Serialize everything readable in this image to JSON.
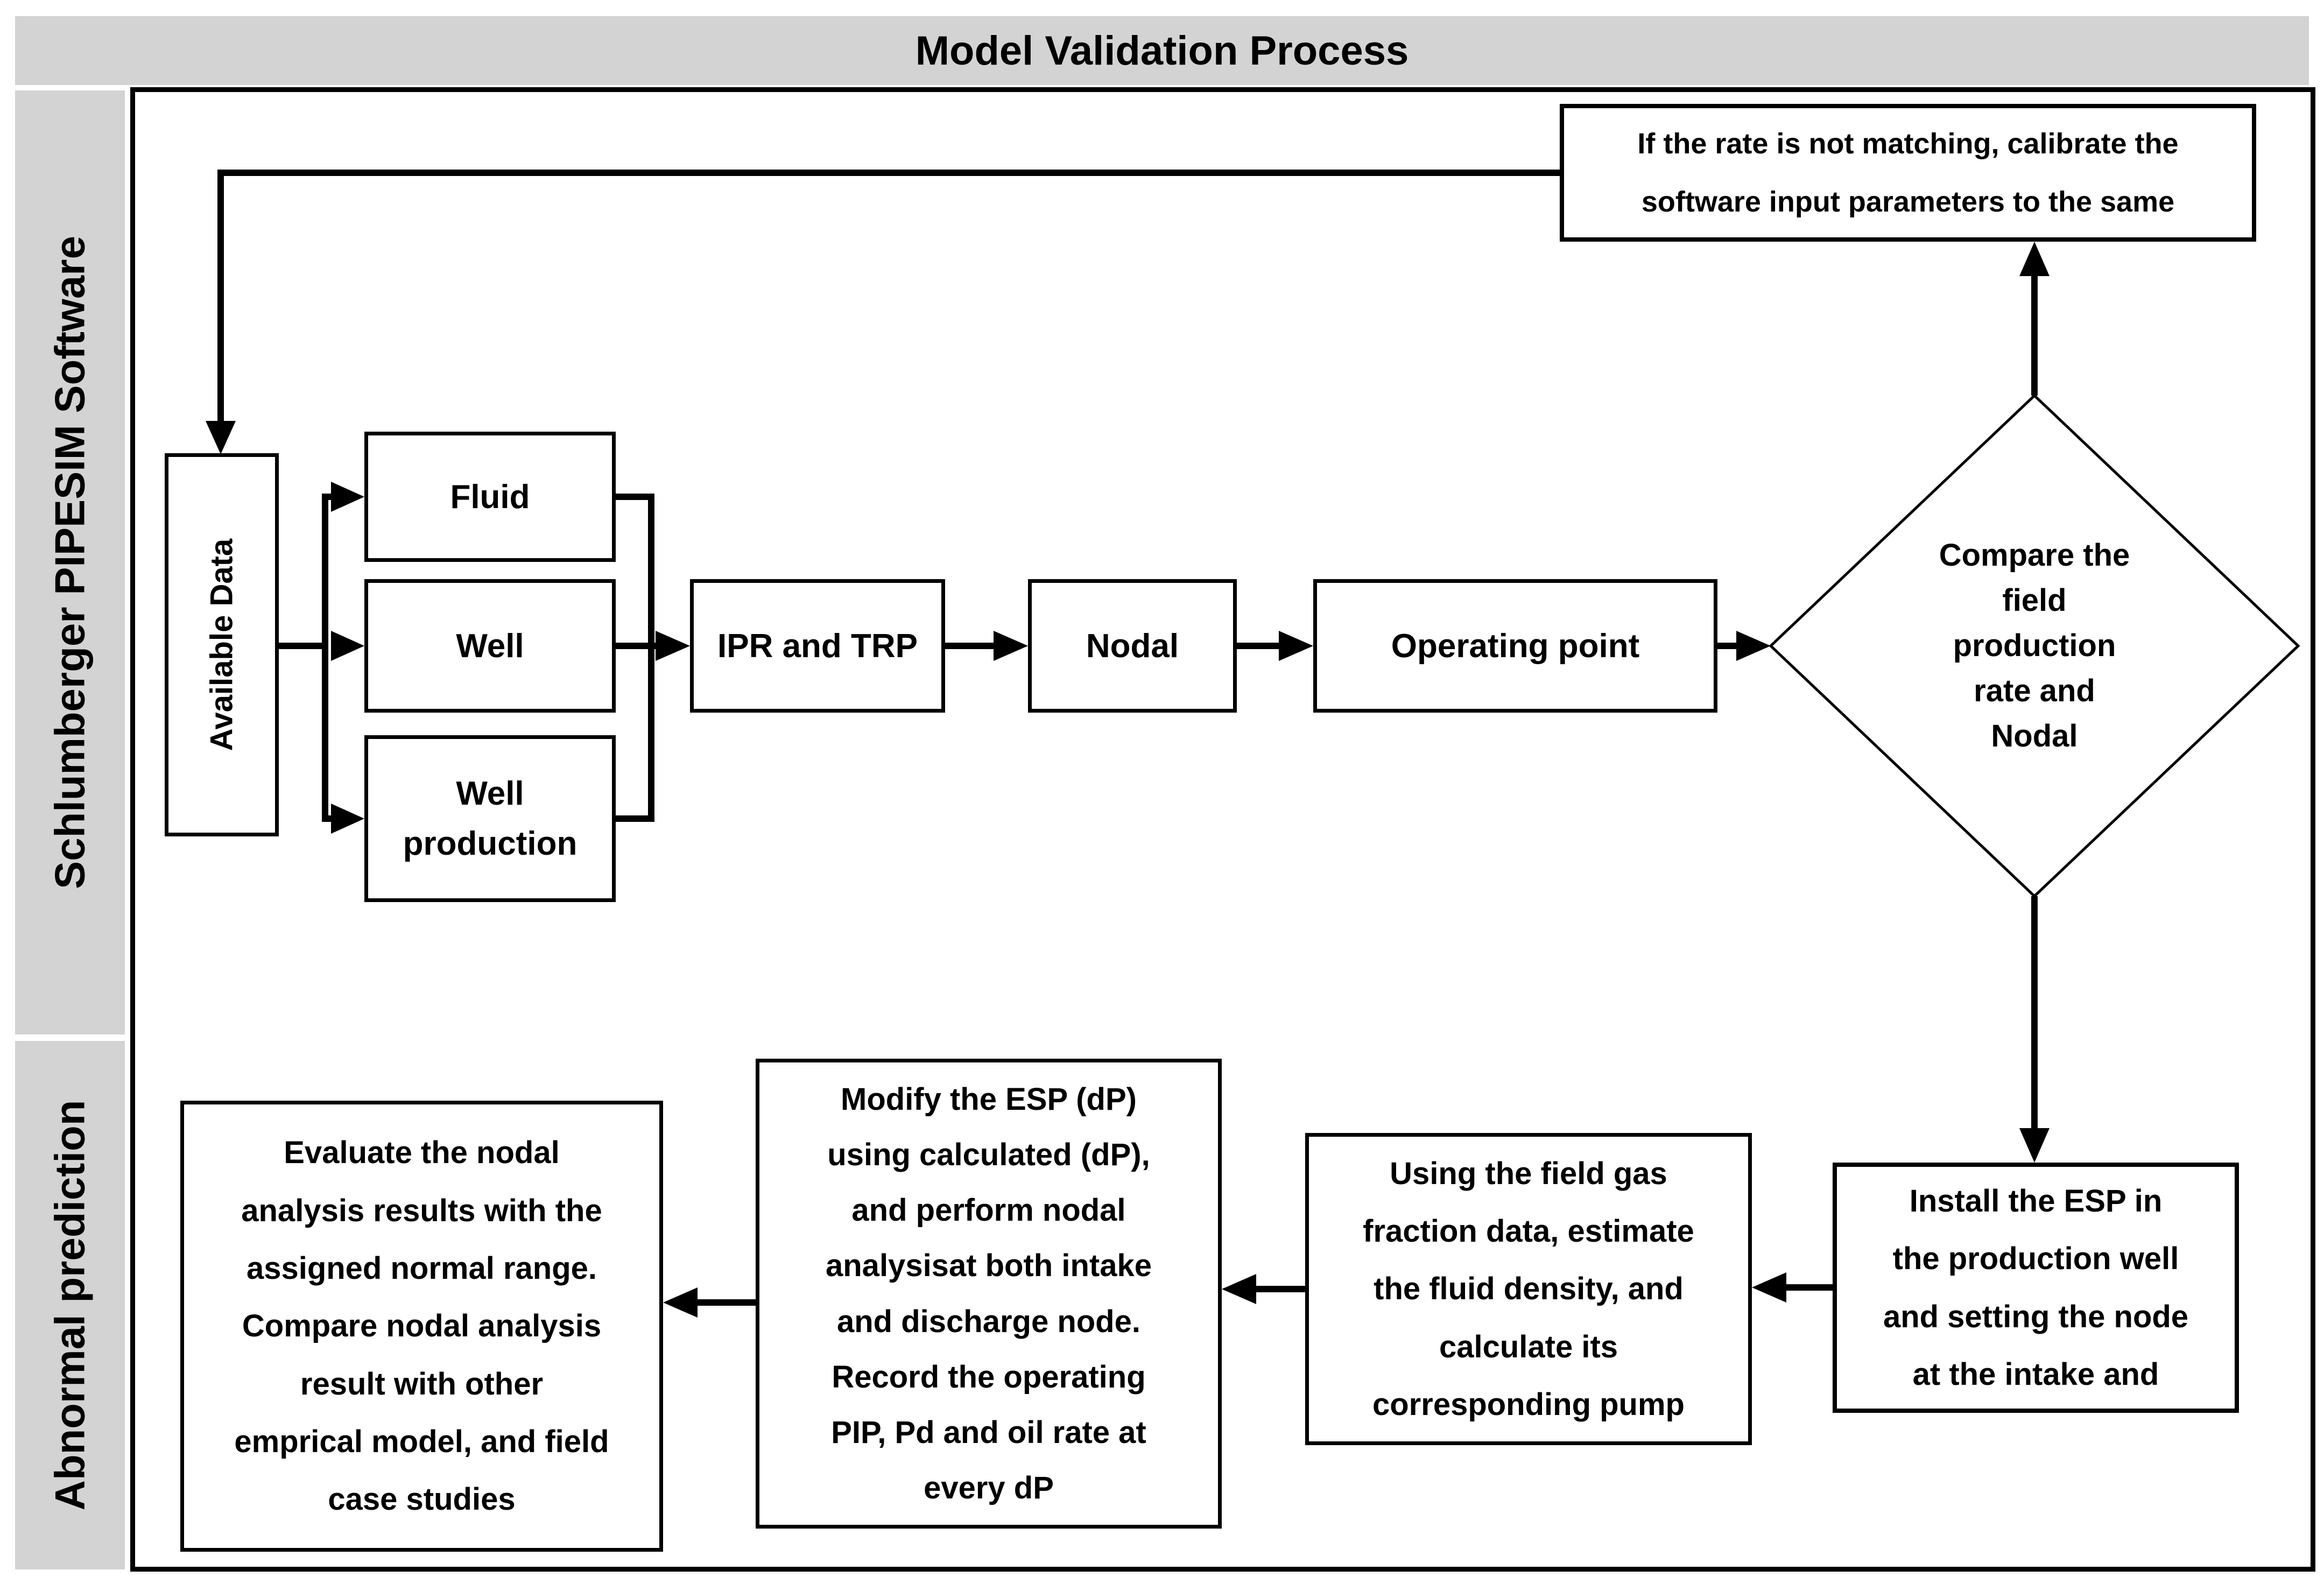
{
  "title": "Model Validation Process",
  "lanes": [
    {
      "label": "Schlumberger PIPESIM Software"
    },
    {
      "label": "Abnormal prediction"
    }
  ],
  "nodes": {
    "feedback": {
      "text": "If the rate is not matching, calibrate the\nsoftware input parameters to the same"
    },
    "available_data": {
      "text": "Available Data"
    },
    "fluid": {
      "text": "Fluid"
    },
    "well": {
      "text": "Well"
    },
    "well_production": {
      "text": "Well\nproduction"
    },
    "ipr_trp": {
      "text": "IPR and TRP"
    },
    "nodal": {
      "text": "Nodal"
    },
    "operating_point": {
      "text": "Operating point"
    },
    "decision": {
      "text": "Compare the\nfield\nproduction\nrate and\nNodal"
    },
    "install_esp": {
      "text": "Install the ESP in\nthe production well\nand setting the node\nat the intake and"
    },
    "gas_fraction": {
      "text": "Using the field gas\nfraction data, estimate\nthe fluid density, and\ncalculate its\ncorresponding pump"
    },
    "modify_esp": {
      "text": "Modify the ESP (dP)\nusing calculated (dP),\nand perform nodal\nanalysisat both intake\nand discharge node.\nRecord the operating\nPIP, Pd and oil rate at\nevery dP"
    },
    "evaluate": {
      "text": "Evaluate the nodal\nanalysis results with the\nassigned normal range.\nCompare nodal analysis\nresult with other\nemprical model, and field\ncase studies"
    }
  },
  "edges": [
    {
      "from": "available_data",
      "to": "fluid"
    },
    {
      "from": "available_data",
      "to": "well"
    },
    {
      "from": "available_data",
      "to": "well_production"
    },
    {
      "from": "fluid",
      "to": "ipr_trp"
    },
    {
      "from": "well",
      "to": "ipr_trp"
    },
    {
      "from": "well_production",
      "to": "ipr_trp"
    },
    {
      "from": "ipr_trp",
      "to": "nodal"
    },
    {
      "from": "nodal",
      "to": "operating_point"
    },
    {
      "from": "operating_point",
      "to": "decision"
    },
    {
      "from": "decision",
      "to": "feedback"
    },
    {
      "from": "feedback",
      "to": "available_data"
    },
    {
      "from": "decision",
      "to": "install_esp"
    },
    {
      "from": "install_esp",
      "to": "gas_fraction"
    },
    {
      "from": "gas_fraction",
      "to": "modify_esp"
    },
    {
      "from": "modify_esp",
      "to": "evaluate"
    }
  ],
  "colors": {
    "lane_bg": "#d3d3d3",
    "line": "#000000",
    "box_bg": "#ffffff"
  }
}
